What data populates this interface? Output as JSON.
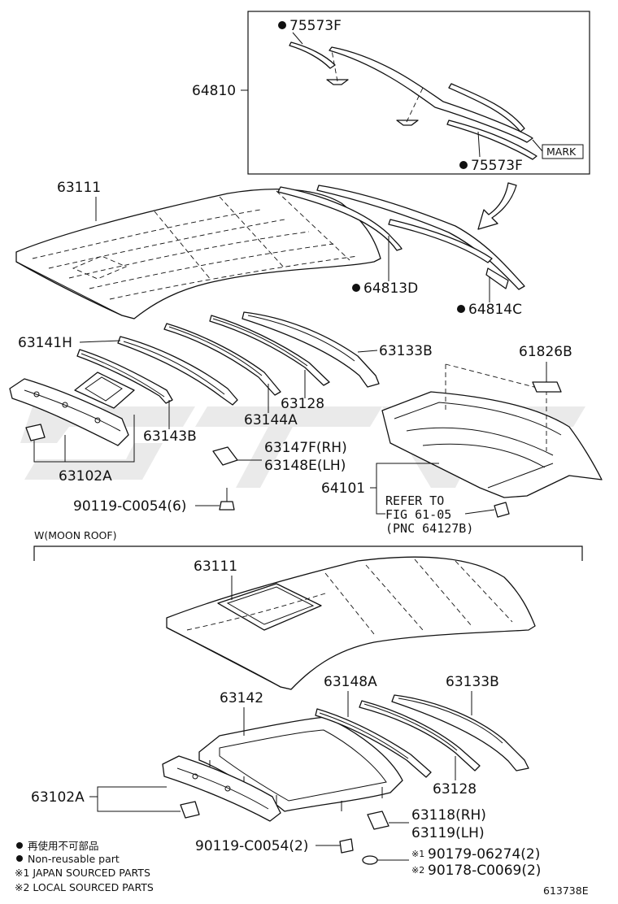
{
  "diagram": {
    "figure_number": "613738E",
    "section_moon_roof": "W(MOON ROOF)",
    "inset_mark_label": "MARK",
    "parts_upper": {
      "p64810": "64810",
      "p75573F_top": "75573F",
      "p75573F_bottom": "75573F",
      "p63111": "63111",
      "p64813D": "64813D",
      "p64814C": "64814C",
      "p63141H": "63141H",
      "p63133B": "63133B",
      "p61826B": "61826B",
      "p63128": "63128",
      "p63144A": "63144A",
      "p63143B": "63143B",
      "p63147F": "63147F(RH)",
      "p63148E": "63148E(LH)",
      "p63102A": "63102A",
      "p64101": "64101",
      "p90119": "90119-C0054(6)",
      "refer_line1": "REFER TO",
      "refer_line2": "FIG 61-05",
      "refer_line3": "(PNC 64127B)"
    },
    "parts_lower": {
      "p63111": "63111",
      "p63142": "63142",
      "p63148A": "63148A",
      "p63133B": "63133B",
      "p63128": "63128",
      "p63102A": "63102A",
      "p63118": "63118(RH)",
      "p63119": "63119(LH)",
      "p90119": "90119-C0054(2)",
      "p90179": "90179-06274(2)",
      "p90178": "90178-C0069(2)"
    },
    "legend": {
      "non_reusable_jp": "再使用不可部品",
      "non_reusable_en": "Non-reusable part",
      "japan_sourced": "※1 JAPAN SOURCED PARTS",
      "local_sourced": "※2 LOCAL SOURCED PARTS",
      "note1": "※1",
      "note2": "※2"
    }
  }
}
